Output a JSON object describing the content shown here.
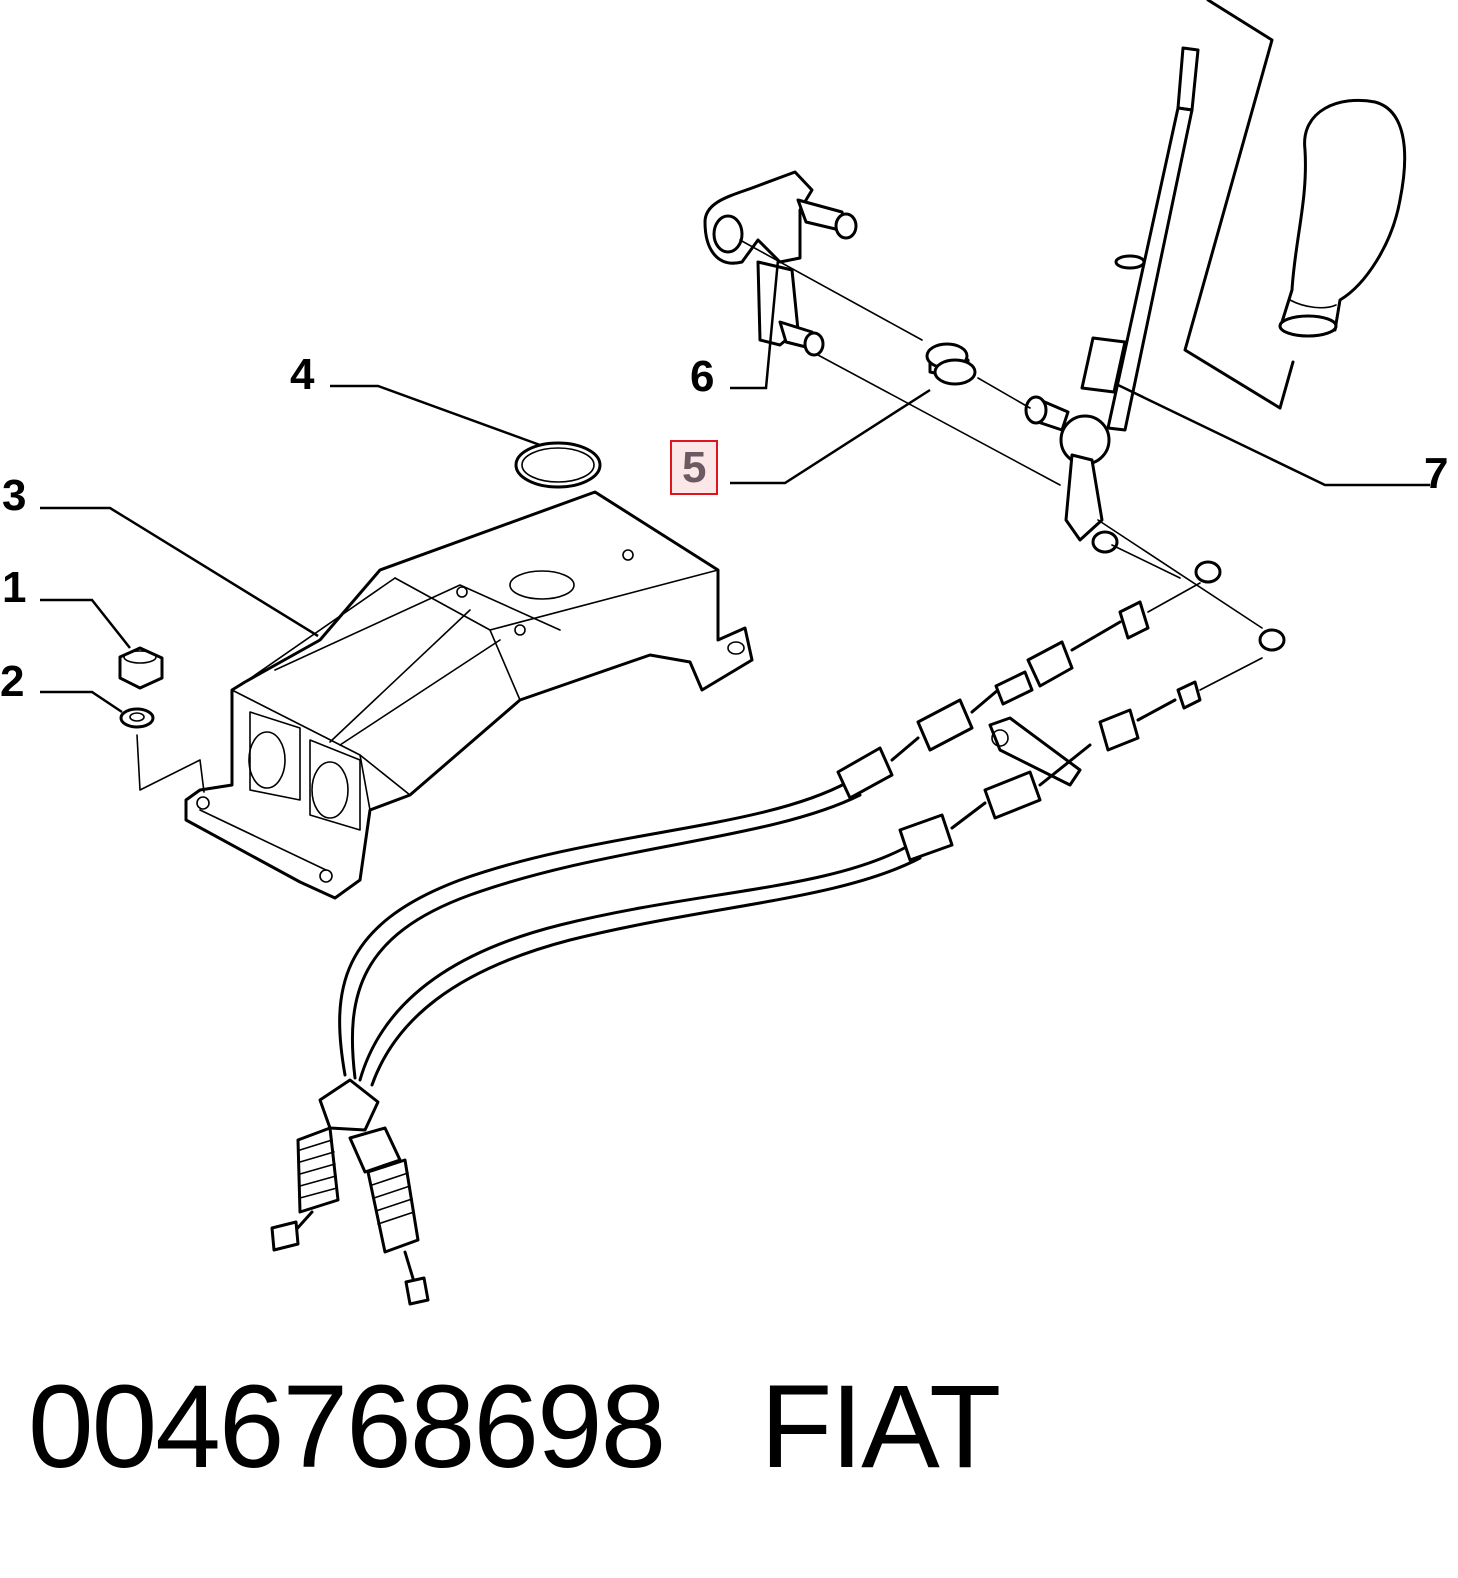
{
  "diagram": {
    "callouts": [
      {
        "id": "1",
        "label": "1",
        "highlighted": false
      },
      {
        "id": "2",
        "label": "2",
        "highlighted": false
      },
      {
        "id": "3",
        "label": "3",
        "highlighted": false
      },
      {
        "id": "4",
        "label": "4",
        "highlighted": false
      },
      {
        "id": "5",
        "label": "5",
        "highlighted": true
      },
      {
        "id": "6",
        "label": "6",
        "highlighted": false
      },
      {
        "id": "7",
        "label": "7",
        "highlighted": false
      }
    ],
    "highlight_color": "#e0141e",
    "highlight_fill": "#fbe6e8"
  },
  "footer": {
    "part_number": "0046768698",
    "brand": "FIAT"
  }
}
